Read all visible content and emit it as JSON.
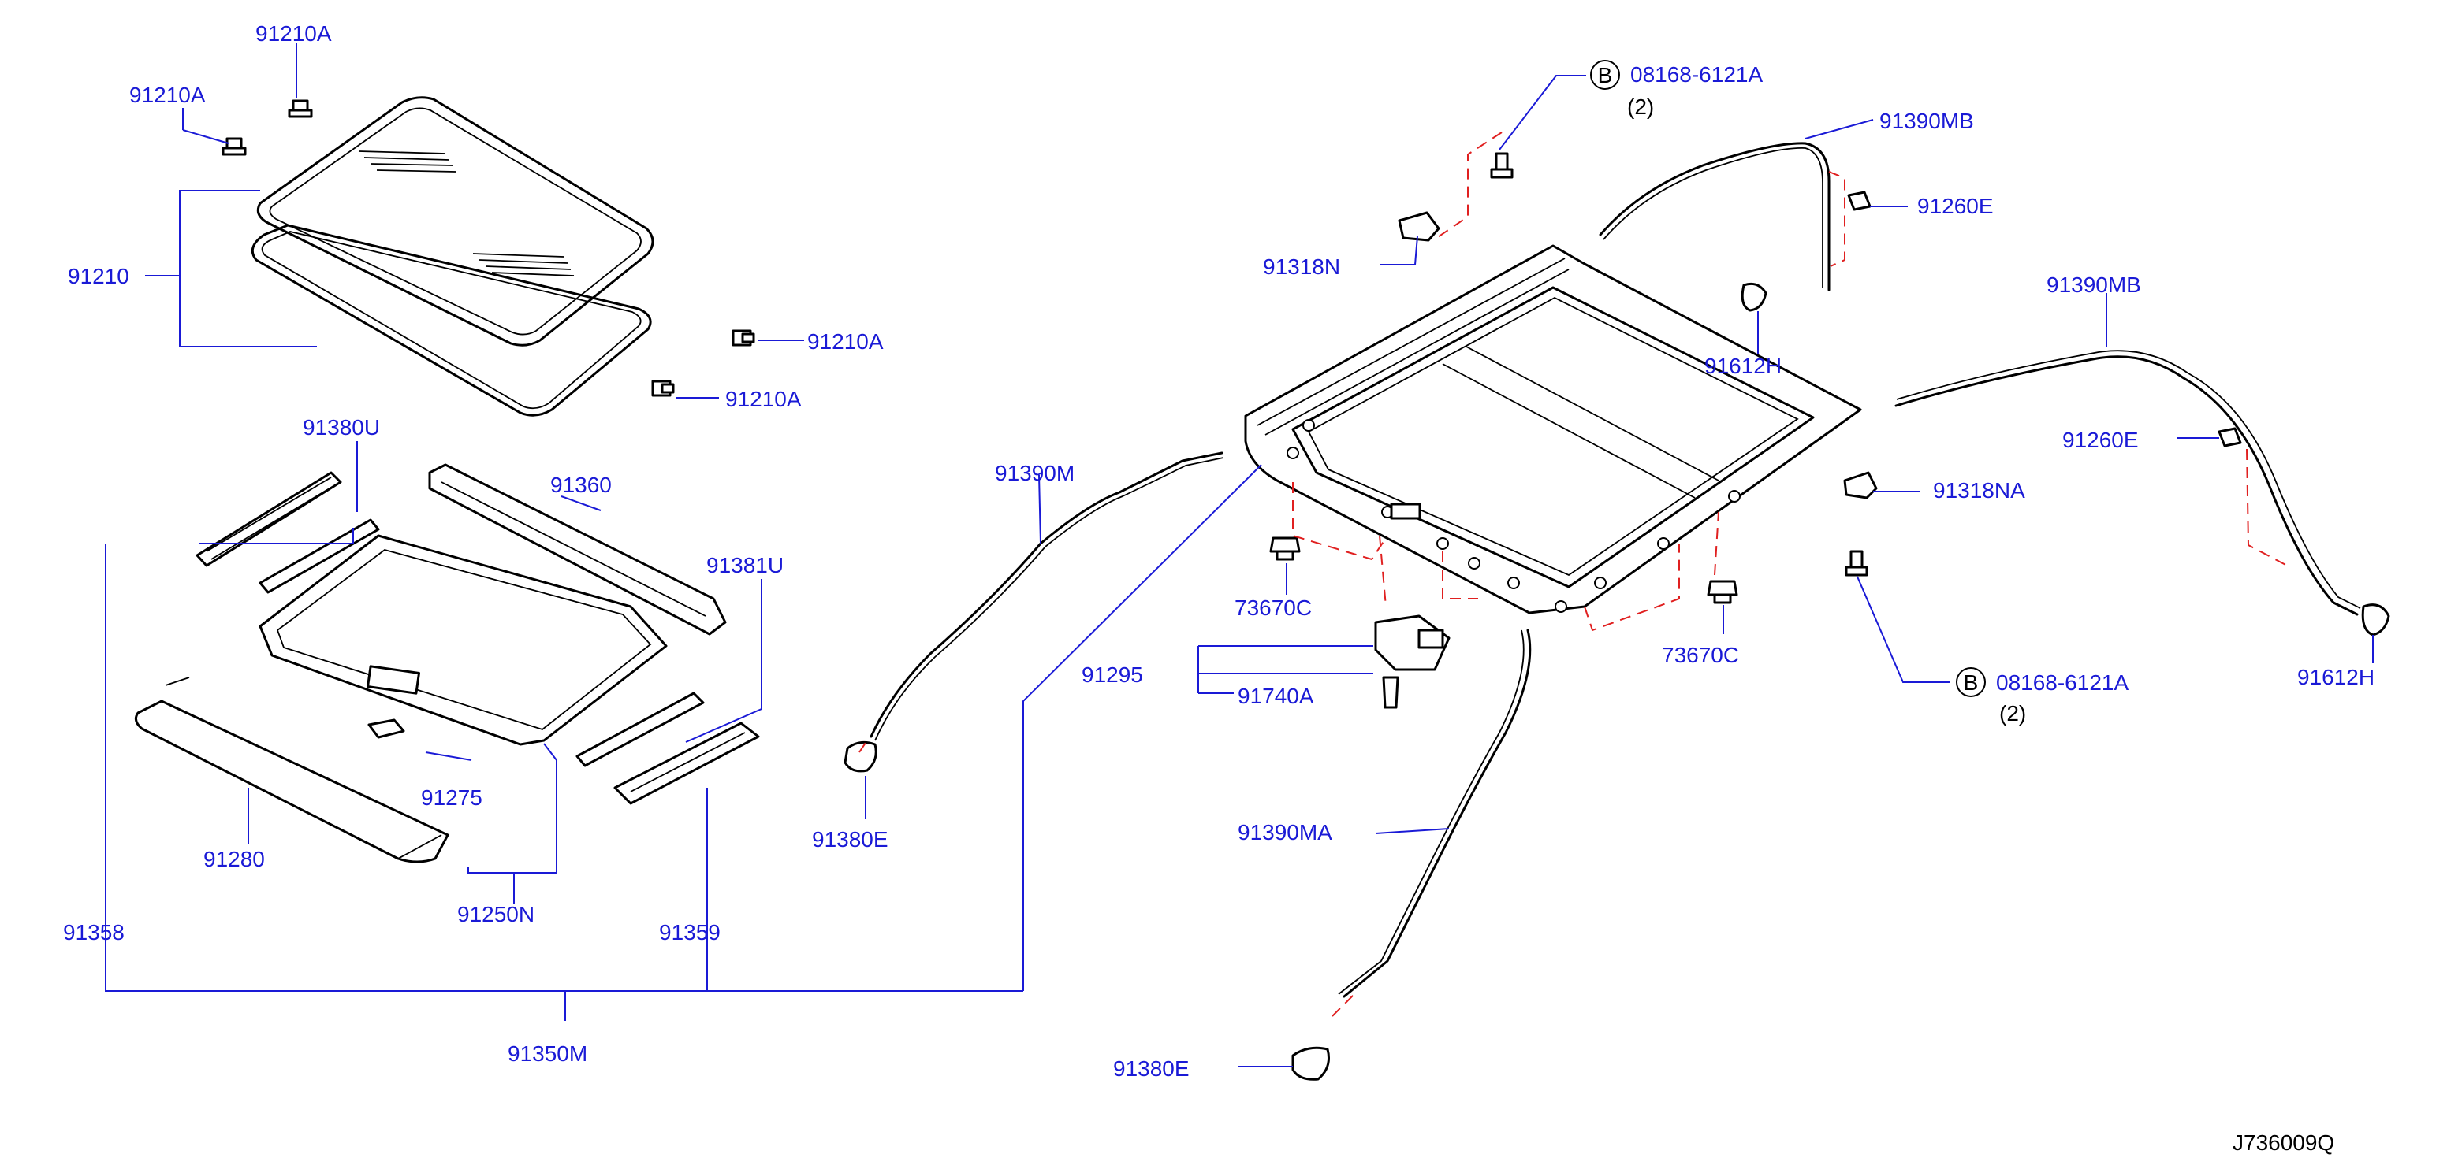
{
  "diagram_id": "J736009Q",
  "callouts": {
    "p91210A_a": "91210A",
    "p91210A_b": "91210A",
    "p91210A_c": "91210A",
    "p91210A_d": "91210A",
    "p91210": "91210",
    "p91380U": "91380U",
    "p91360": "91360",
    "p91381U": "91381U",
    "p91275": "91275",
    "p91280": "91280",
    "p91250N": "91250N",
    "p91358": "91358",
    "p91359": "91359",
    "p91350M": "91350M",
    "p91390M": "91390M",
    "p91380E_a": "91380E",
    "p91380E_b": "91380E",
    "p91295": "91295",
    "p91740A": "91740A",
    "p91390MA": "91390MA",
    "p73670C_a": "73670C",
    "p73670C_b": "73670C",
    "p91318N": "91318N",
    "p91318NA": "91318NA",
    "p91390MB_a": "91390MB",
    "p91390MB_b": "91390MB",
    "p91260E_a": "91260E",
    "p91260E_b": "91260E",
    "p91612H_a": "91612H",
    "p91612H_b": "91612H",
    "p08168_a": "08168-6121A",
    "p08168_b": "08168-6121A",
    "qty_a": "(2)",
    "qty_b": "(2)",
    "bolt_letter_a": "B",
    "bolt_letter_b": "B"
  },
  "colors": {
    "callout_text": "#1a1ad6",
    "leader_line": "#1a1ad6",
    "hidden_line": "#e02020",
    "part_outline": "#000000"
  }
}
